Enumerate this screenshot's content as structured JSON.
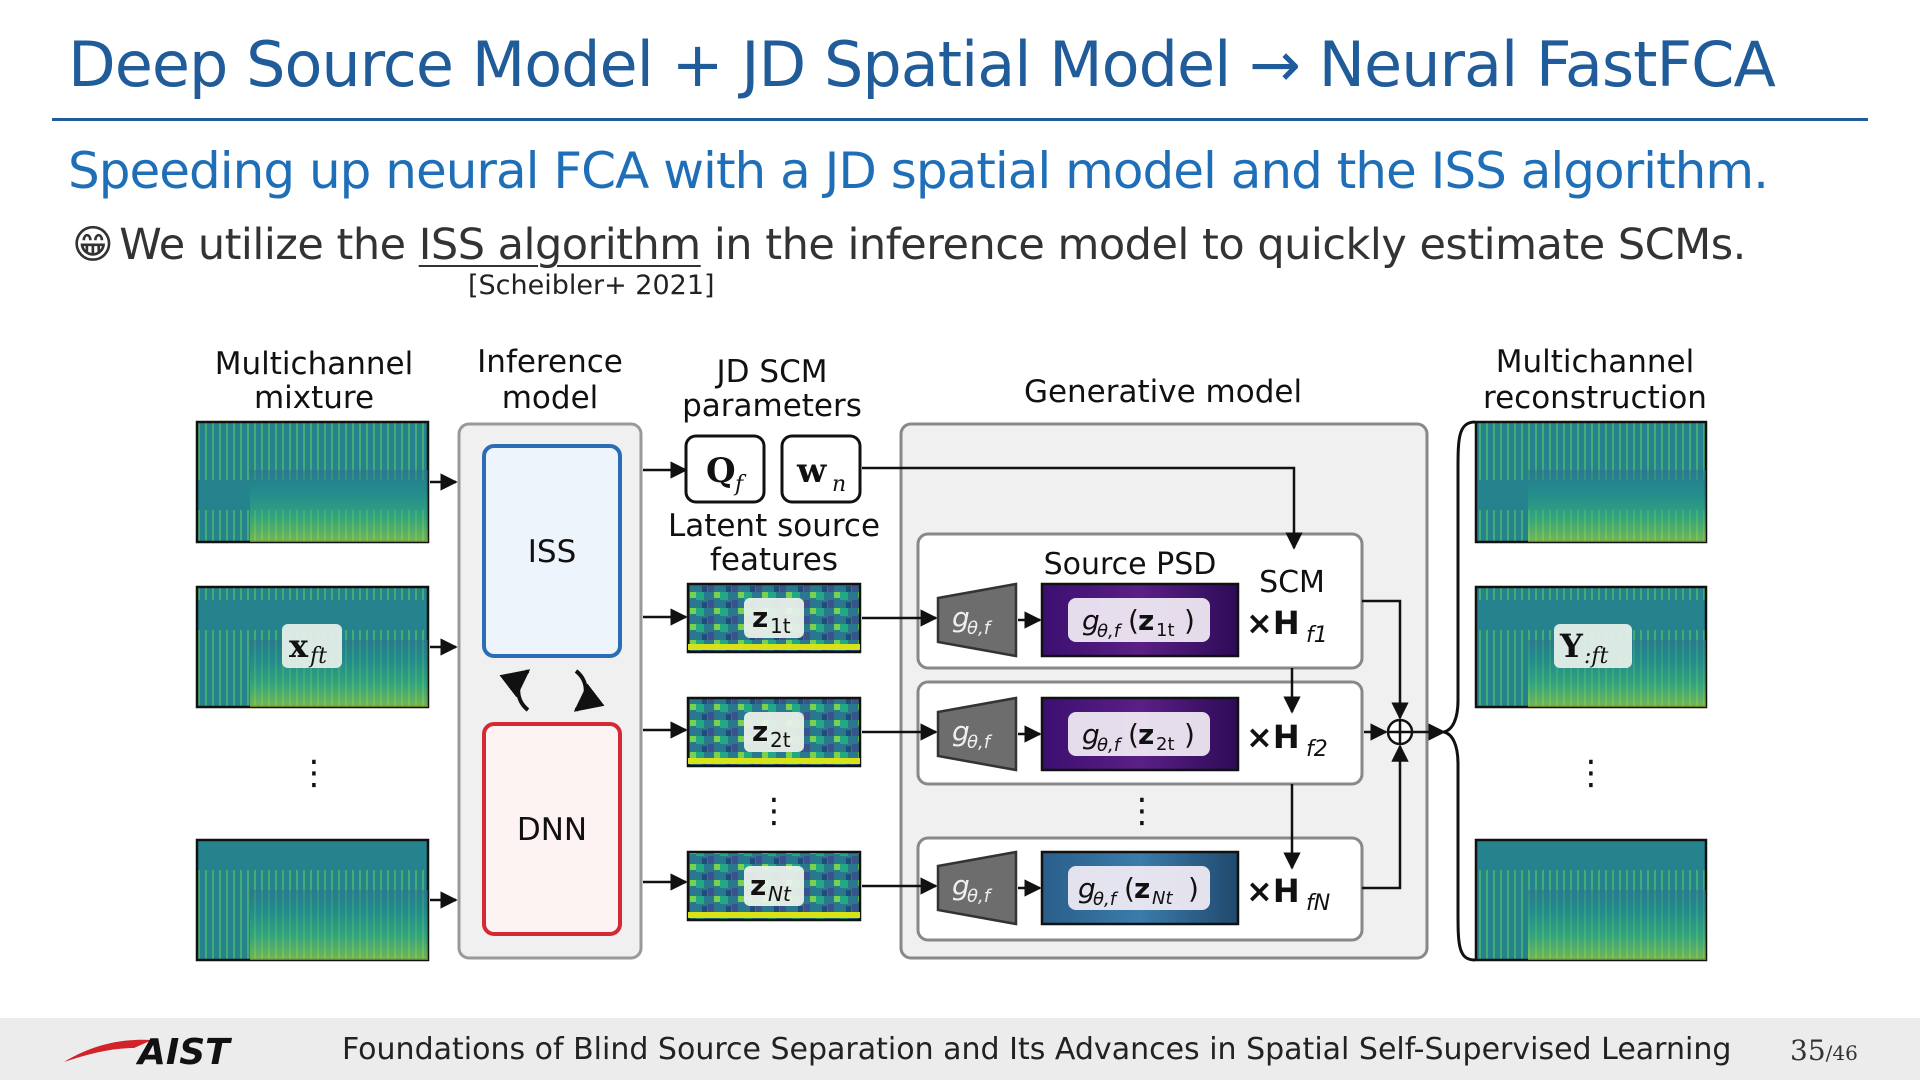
{
  "slide": {
    "title": "Deep Source Model + JD Spatial Model → Neural FastFCA",
    "subtitle": "Speeding up neural FCA with a JD spatial model and the ISS algorithm.",
    "bullet_emoji": "😁",
    "bullet_pre": "We utilize the ",
    "bullet_link": "ISS algorithm",
    "bullet_post": " in the inference model to quickly estimate SCMs.",
    "citation": "[Scheibler+ 2021]"
  },
  "diagram": {
    "labels": {
      "mixture_1": "Multichannel",
      "mixture_2": "mixture",
      "inference_1": "Inference",
      "inference_2": "model",
      "jdscm_1": "JD SCM",
      "jdscm_2": "parameters",
      "generative": "Generative model",
      "recon_1": "Multichannel",
      "recon_2": "reconstruction",
      "latent_1": "Latent source",
      "latent_2": "features",
      "source_psd": "Source PSD",
      "scm": "SCM",
      "iss": "ISS",
      "dnn": "DNN",
      "vdots": "⋮"
    },
    "math": {
      "x_ft": "x",
      "x_ft_sub": "ft",
      "Q": "Q",
      "Q_sub": "f",
      "w": "w",
      "w_sub": "n",
      "z": "z",
      "z1_sub": "1t",
      "z2_sub": "2t",
      "zN_sub": "Nt",
      "g": "g",
      "g_sub": "θ,f",
      "times_H": "×H",
      "H1_sub": "f1",
      "H2_sub": "f2",
      "HN_sub": "fN",
      "Y": "Y",
      "Y_sub": ":ft"
    },
    "colors": {
      "iss_border": "#2a6db5",
      "iss_fill": "#eef4fb",
      "dnn_border": "#d42a35",
      "dnn_fill": "#fdf3f3",
      "panel_fill": "#f0f0f0",
      "panel_border": "#888888"
    }
  },
  "footer": {
    "logo": "AIST",
    "text": "Foundations of Blind Source Separation and Its Advances in Spatial Self-Supervised Learning",
    "page": "35",
    "total": "/46"
  }
}
